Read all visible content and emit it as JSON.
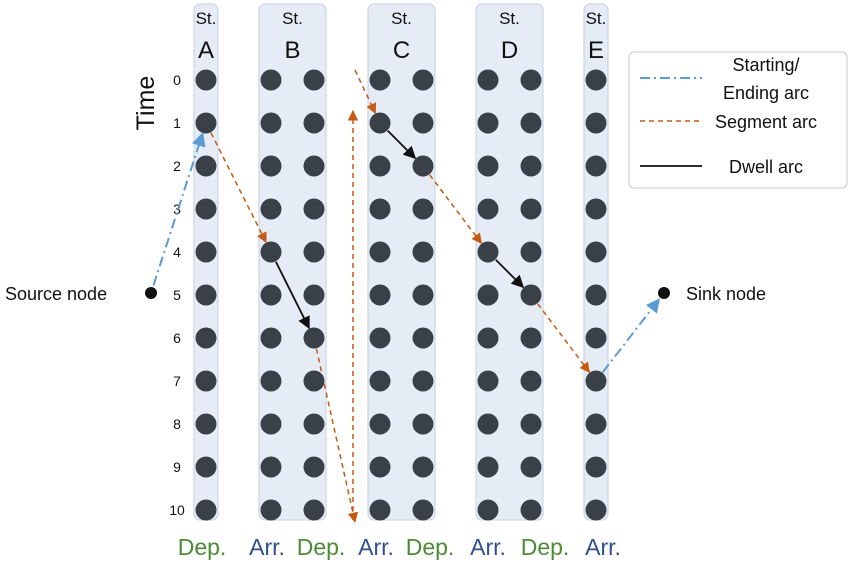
{
  "time_axis": {
    "title": "Time",
    "values": [
      "0",
      "1",
      "2",
      "3",
      "4",
      "5",
      "6",
      "7",
      "8",
      "9",
      "10"
    ]
  },
  "stations": [
    {
      "prefix": "St.",
      "name": "A",
      "columns": [
        "Dep."
      ]
    },
    {
      "prefix": "St.",
      "name": "B",
      "columns": [
        "Arr.",
        "Dep."
      ]
    },
    {
      "prefix": "St.",
      "name": "C",
      "columns": [
        "Arr.",
        "Dep."
      ]
    },
    {
      "prefix": "St.",
      "name": "D",
      "columns": [
        "Arr.",
        "Dep."
      ]
    },
    {
      "prefix": "St.",
      "name": "E",
      "columns": [
        "Arr."
      ]
    }
  ],
  "bottom_labels": [
    "Dep.",
    "Arr.",
    "Dep.",
    "Arr.",
    "Dep.",
    "Arr.",
    "Dep.",
    "Arr."
  ],
  "colors": {
    "dep": "#4e8a34",
    "arr": "#2f4f8f",
    "segment": "#c55a11",
    "dwell": "#111111",
    "starting_ending": "#5b9bd5",
    "node": "#3a4048",
    "column_bg": "#e6ecf6"
  },
  "source": {
    "label": "Source node"
  },
  "sink": {
    "label": "Sink node"
  },
  "legend": {
    "starting_line1": "Starting/",
    "starting_line2": "Ending arc",
    "segment": "Segment arc",
    "dwell": "Dwell arc"
  },
  "path": {
    "start_arc": {
      "to_column": 0,
      "to_time": 1
    },
    "arcs": [
      {
        "type": "segment",
        "from": [
          0,
          1
        ],
        "to": [
          1,
          4
        ]
      },
      {
        "type": "dwell",
        "from": [
          1,
          4
        ],
        "to": [
          2,
          6
        ]
      },
      {
        "type": "segment",
        "from": [
          2,
          6
        ],
        "to": [
          3,
          10
        ]
      },
      {
        "type": "segment",
        "from": [
          3,
          0
        ],
        "to": [
          3,
          1
        ],
        "note": "wrap"
      },
      {
        "type": "dwell",
        "from": [
          3,
          1
        ],
        "to": [
          4,
          2
        ]
      },
      {
        "type": "segment",
        "from": [
          4,
          2
        ],
        "to": [
          5,
          4
        ]
      },
      {
        "type": "dwell",
        "from": [
          5,
          4
        ],
        "to": [
          6,
          5
        ]
      },
      {
        "type": "segment",
        "from": [
          6,
          5
        ],
        "to": [
          7,
          7
        ]
      }
    ],
    "end_arc": {
      "from_column": 7,
      "from_time": 7
    }
  }
}
